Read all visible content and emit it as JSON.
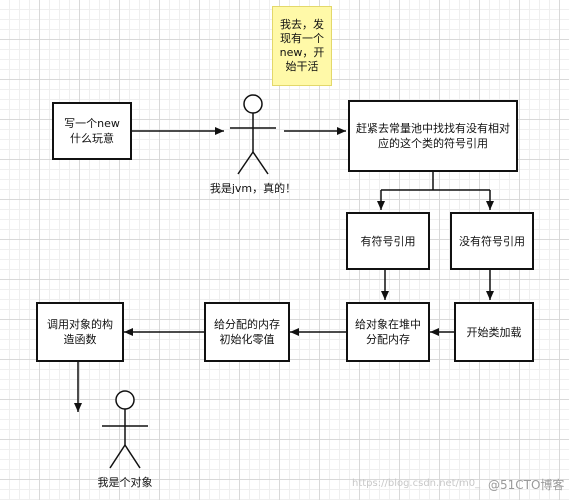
{
  "note": {
    "text": "我去，发现有一个new，开始干活"
  },
  "boxes": {
    "new_what": "写一个new什么玩意",
    "constant_pool": "赶紧去常量池中找找有没有相对应的这个类的符号引用",
    "has_ref": "有符号引用",
    "no_ref": "没有符号引用",
    "alloc_heap": "给对象在堆中分配内存",
    "load_class": "开始类加载",
    "init_zero": "给分配的内存初始化零值",
    "call_ctor": "调用对象的构造函数"
  },
  "actors": {
    "jvm": "我是jvm，真的！",
    "object": "我是个对象"
  },
  "watermark": {
    "url": "https://blog.csdn.net/m0_",
    "brand": "@51CTO博客"
  }
}
